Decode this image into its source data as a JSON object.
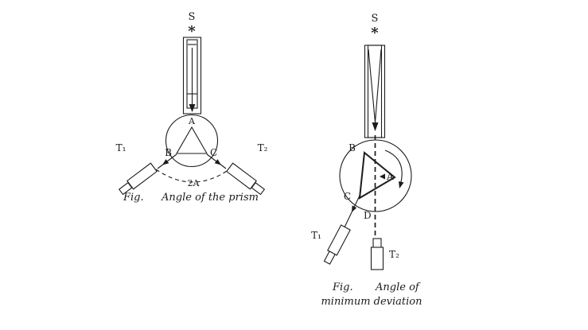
{
  "colors": {
    "ink": "#1c1c1c",
    "background": "#ffffff"
  },
  "left_diagram": {
    "labels": {
      "source": "S",
      "star": "*",
      "a": "A",
      "b": "B",
      "c": "C",
      "t1": "T₁",
      "t2": "T₂",
      "angle": "2A"
    },
    "caption": {
      "fig": "Fig.",
      "text": "Angle of the prism"
    }
  },
  "right_diagram": {
    "labels": {
      "source": "S",
      "star": "*",
      "a": "A",
      "b": "B",
      "c": "C",
      "d": "D",
      "t1": "T₁",
      "t2": "T₂"
    },
    "caption": {
      "fig": "Fig.",
      "line1": "Angle of",
      "line2": "minimum deviation"
    }
  }
}
